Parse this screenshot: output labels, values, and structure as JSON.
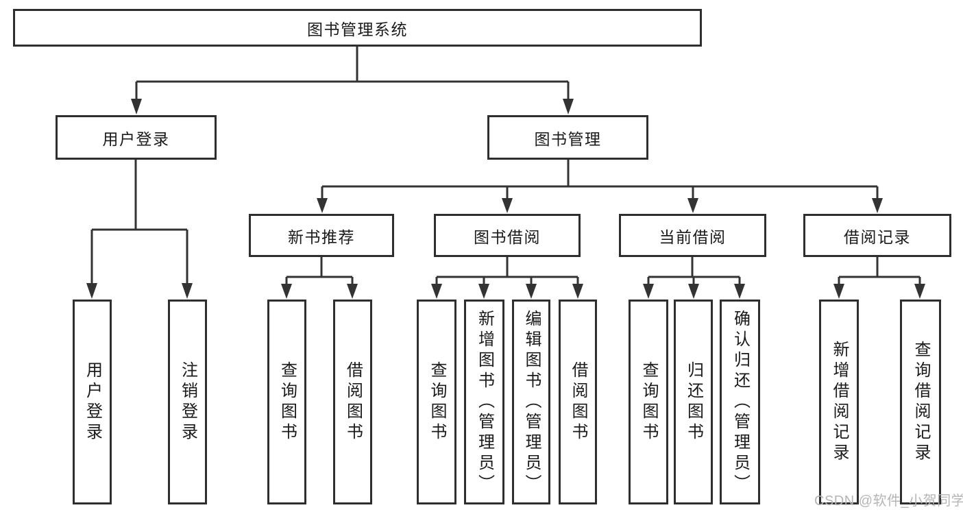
{
  "diagram_type": "hierarchy-tree",
  "colors": {
    "background": "#ffffff",
    "line": "#333333",
    "box_border": "#2e2e2e",
    "text": "#1a1a1a",
    "watermark": "#b5b5b5"
  },
  "tree": {
    "root": {
      "label": "图书管理系统",
      "children": [
        {
          "label": "用户登录",
          "children": [
            {
              "label": "用户登录"
            },
            {
              "label": "注销登录"
            }
          ]
        },
        {
          "label": "图书管理",
          "children": [
            {
              "label": "新书推荐",
              "children": [
                {
                  "label": "查询图书"
                },
                {
                  "label": "借阅图书"
                }
              ]
            },
            {
              "label": "图书借阅",
              "children": [
                {
                  "label": "查询图书"
                },
                {
                  "label": "新增图书（管理员）"
                },
                {
                  "label": "编辑图书（管理员）"
                },
                {
                  "label": "借阅图书"
                }
              ]
            },
            {
              "label": "当前借阅",
              "children": [
                {
                  "label": "查询图书"
                },
                {
                  "label": "归还图书"
                },
                {
                  "label": "确认归还（管理员）"
                }
              ]
            },
            {
              "label": "借阅记录",
              "children": [
                {
                  "label": "新增借阅记录"
                },
                {
                  "label": "查询借阅记录"
                }
              ]
            }
          ]
        }
      ]
    }
  },
  "watermark": {
    "text": "CSDN @软件_小贺同学"
  }
}
